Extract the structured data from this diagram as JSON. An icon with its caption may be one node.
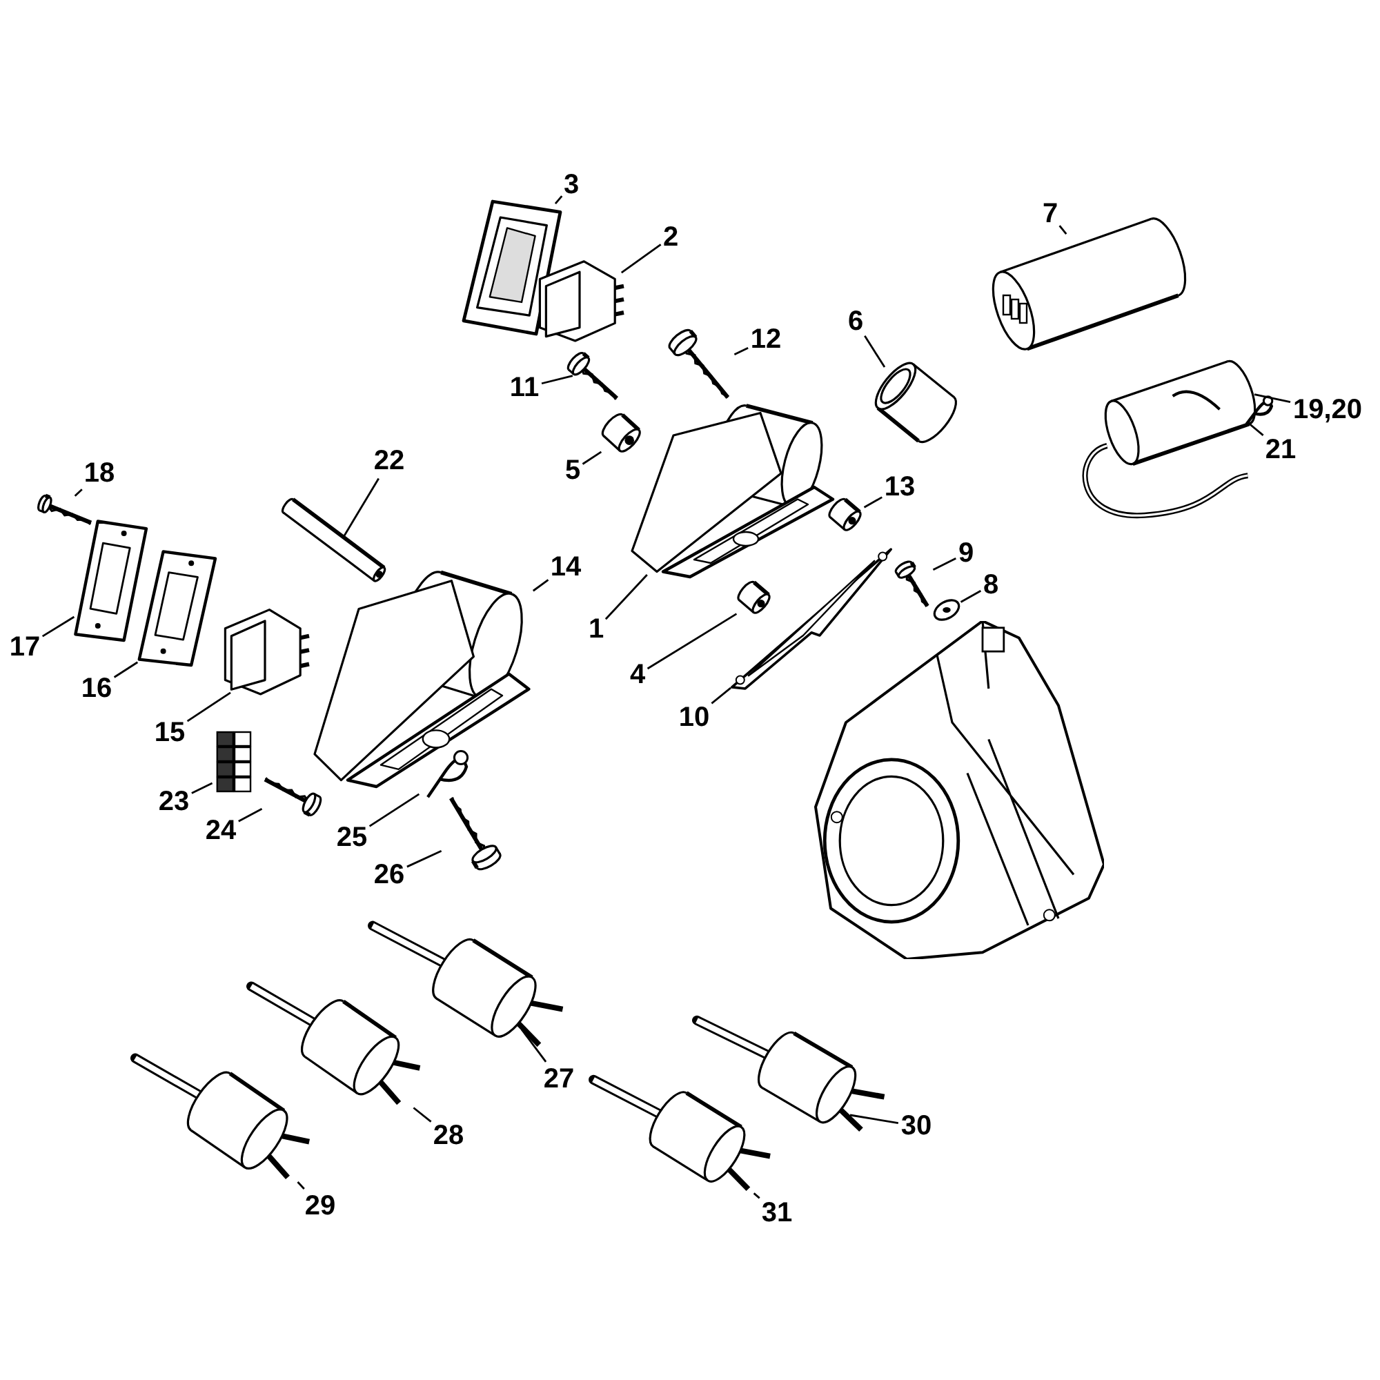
{
  "diagram": {
    "nodes": [
      {
        "text": [
          "3"
        ]
      },
      {
        "text": [],
        "shape": "picture"
      },
      {
        "text": [
          "2"
        ]
      },
      {
        "text": [],
        "shape": "picture"
      },
      {
        "text": [
          "12"
        ]
      },
      {
        "text": [],
        "shape": "picture"
      },
      {
        "text": [
          "6"
        ]
      },
      {
        "text": [],
        "shape": "picture"
      },
      {
        "text": [
          "7"
        ]
      },
      {
        "text": [],
        "shape": "picture"
      },
      {
        "text": [
          "11"
        ]
      },
      {
        "text": [],
        "shape": "picture"
      },
      {
        "text": [
          "19,20"
        ]
      },
      {
        "text": [],
        "shape": "picture"
      },
      {
        "text": [
          "21"
        ]
      },
      {
        "text": [],
        "shape": "picture"
      },
      {
        "text": [
          "5"
        ]
      },
      {
        "text": [],
        "shape": "picture"
      },
      {
        "text": [
          "22"
        ]
      },
      {
        "text": [],
        "shape": "picture"
      },
      {
        "text": [
          "18"
        ]
      },
      {
        "text": [],
        "shape": "picture"
      },
      {
        "text": [
          "13"
        ]
      },
      {
        "text": [],
        "shape": "picture"
      },
      {
        "text": [
          "9"
        ]
      },
      {
        "text": [],
        "shape": "picture"
      },
      {
        "text": [
          "14"
        ]
      },
      {
        "text": [],
        "shape": "picture"
      },
      {
        "text": [
          "8"
        ]
      },
      {
        "text": [],
        "shape": "picture"
      },
      {
        "text": [
          "1"
        ]
      },
      {
        "text": [],
        "shape": "picture"
      },
      {
        "text": [
          "17"
        ]
      },
      {
        "text": [],
        "shape": "picture"
      },
      {
        "text": [
          "4"
        ]
      },
      {
        "text": [],
        "shape": "picture"
      },
      {
        "text": [
          "16"
        ]
      },
      {
        "text": [],
        "shape": "picture"
      },
      {
        "text": [
          "10"
        ]
      },
      {
        "text": [],
        "shape": "picture"
      },
      {
        "text": [
          "15"
        ]
      },
      {
        "text": [],
        "shape": "picture"
      },
      {
        "text": [
          "23"
        ]
      },
      {
        "text": [],
        "shape": "picture"
      },
      {
        "text": [
          "24"
        ]
      },
      {
        "text": [],
        "shape": "picture"
      },
      {
        "text": [
          "25"
        ]
      },
      {
        "text": [],
        "shape": "picture"
      },
      {
        "text": [
          "26"
        ]
      },
      {
        "text": [],
        "shape": "picture"
      },
      {
        "text": [
          "27"
        ]
      },
      {
        "text": [],
        "shape": "picture"
      },
      {
        "text": [
          "28"
        ]
      },
      {
        "text": [],
        "shape": "picture"
      },
      {
        "text": [
          "29"
        ]
      },
      {
        "text": [],
        "shape": "picture"
      },
      {
        "text": [
          "30"
        ]
      },
      {
        "text": [],
        "shape": "picture"
      },
      {
        "text": [
          "31"
        ]
      },
      {
        "text": [],
        "shape": "picture"
      }
    ],
    "edges": [
      {
        "from": 0,
        "to": 1,
        "arrow": "none"
      },
      {
        "from": 2,
        "to": 3,
        "arrow": "none"
      },
      {
        "from": 4,
        "to": 5,
        "arrow": "none"
      },
      {
        "from": 6,
        "to": 7,
        "arrow": "none"
      },
      {
        "from": 8,
        "to": 9,
        "arrow": "none"
      },
      {
        "from": 10,
        "to": 11,
        "arrow": "none"
      },
      {
        "from": 12,
        "to": 13,
        "arrow": "none"
      },
      {
        "from": 14,
        "to": 15,
        "arrow": "none"
      },
      {
        "from": 16,
        "to": 17,
        "arrow": "none"
      },
      {
        "from": 18,
        "to": 19,
        "arrow": "none"
      },
      {
        "from": 20,
        "to": 21,
        "arrow": "none"
      },
      {
        "from": 22,
        "to": 23,
        "arrow": "none"
      },
      {
        "from": 24,
        "to": 25,
        "arrow": "none"
      },
      {
        "from": 26,
        "to": 27,
        "arrow": "none"
      },
      {
        "from": 28,
        "to": 29,
        "arrow": "none"
      },
      {
        "from": 30,
        "to": 31,
        "arrow": "none"
      },
      {
        "from": 32,
        "to": 33,
        "arrow": "none"
      },
      {
        "from": 34,
        "to": 35,
        "arrow": "none"
      },
      {
        "from": 36,
        "to": 37,
        "arrow": "none"
      },
      {
        "from": 38,
        "to": 39,
        "arrow": "none"
      },
      {
        "from": 40,
        "to": 41,
        "arrow": "none"
      },
      {
        "from": 42,
        "to": 43,
        "arrow": "none"
      },
      {
        "from": 44,
        "to": 45,
        "arrow": "none"
      },
      {
        "from": 46,
        "to": 47,
        "arrow": "none"
      },
      {
        "from": 48,
        "to": 49,
        "arrow": "none"
      },
      {
        "from": 50,
        "to": 51,
        "arrow": "none"
      },
      {
        "from": 52,
        "to": 53,
        "arrow": "none"
      },
      {
        "from": 54,
        "to": 55,
        "arrow": "none"
      },
      {
        "from": 56,
        "to": 57,
        "arrow": "none"
      },
      {
        "from": 58,
        "to": 59,
        "arrow": "none"
      }
    ]
  }
}
